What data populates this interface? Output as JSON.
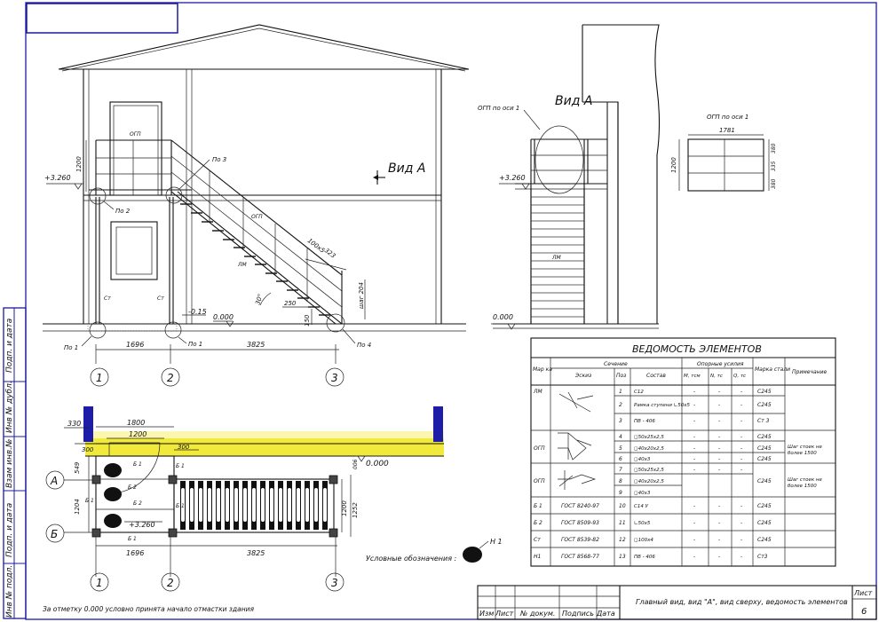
{
  "sheet": {
    "title": "Главный вид, вид \"А\", вид сверху, ведомость элементов",
    "sheet_label": "Лист",
    "sheet_number": "6",
    "stamp_cols": [
      "Изм",
      "Лист",
      "№ докум.",
      "Подпись",
      "Дата"
    ],
    "side_fields": [
      "Подп. и дата",
      "Инв № дубл.",
      "Взам инв.№",
      "Подп. и дата",
      "Инв № подл."
    ],
    "note": "За отметку 0.000 условно принята начало отмастки здания"
  },
  "elevation": {
    "levels": {
      "top": "+3.260",
      "ground": "0.000",
      "minus": "-0.15"
    },
    "dims": {
      "h1200": "1200",
      "d1696": "1696",
      "d3825": "3825",
      "d250": "250",
      "d150": "150",
      "angle": "30°",
      "step": "100x5",
      "d323": "323",
      "shag": "шаг 204"
    },
    "axes": [
      "1",
      "2",
      "3"
    ],
    "labels": {
      "po1a": "По 1",
      "po1b": "По 1",
      "po2": "По 2",
      "po3": "По 3",
      "po4": "По 4",
      "ogp": "ОГП",
      "ogp2": "ОГП",
      "lm": "ЛМ",
      "st1": "Ст",
      "st2": "Ст",
      "view_mark": "Вид А"
    }
  },
  "view_a": {
    "title": "Вид А",
    "ogp_label": "ОГП по оси 1",
    "level_top": "+3.260",
    "level_ground": "0.000",
    "lm": "ЛМ"
  },
  "detail": {
    "title": "ОГП по оси 1",
    "w": "1781",
    "h": "1200",
    "d1": "380",
    "d2": "335",
    "d3": "380"
  },
  "plan": {
    "dims": {
      "d330": "330",
      "d1800": "1800",
      "d1200": "1200",
      "d300a": "300",
      "d300b": "300",
      "d549": "549",
      "d1204": "1204",
      "d1696": "1696",
      "d3825": "3825",
      "d1200v": "1200",
      "d1252": "1252",
      "d0065": "006"
    },
    "level": "0.000",
    "level_top": "+3.260",
    "rows": [
      "А",
      "Б"
    ],
    "axes": [
      "1",
      "2",
      "3"
    ],
    "marks": [
      "Б 1",
      "Б 2",
      "Б 2",
      "Б 1",
      "Б 1",
      "Б 1",
      "Б 1"
    ],
    "legend_label": "Условные обозначения :",
    "legend_mark": "Н 1"
  },
  "table": {
    "title": "ВЕДОМОСТЬ ЭЛЕМЕНТОВ",
    "h_mark": "Мар ка",
    "h_section": "Сечение",
    "h_sketch": "Эскиз",
    "h_pos": "Поз",
    "h_comp": "Состав",
    "h_forces": "Опорные усилия",
    "h_m": "М, тсм",
    "h_n": "N, тс",
    "h_q": "Q, тс",
    "h_steel": "Марка стали",
    "h_note": "Примечание",
    "rows": [
      {
        "mark": "ЛМ",
        "sketch": "",
        "pos": "1",
        "comp": "С12",
        "m": "-",
        "n": "-",
        "q": "-",
        "steel": "С245",
        "note": ""
      },
      {
        "mark": "",
        "sketch": "",
        "pos": "2",
        "comp": "Рамка ступени ∟50x5",
        "m": "-",
        "n": "-",
        "q": "-",
        "steel": "С245",
        "note": ""
      },
      {
        "mark": "",
        "sketch": "",
        "pos": "3",
        "comp": "ПВ - 406",
        "m": "-",
        "n": "-",
        "q": "-",
        "steel": "Ст 3",
        "note": ""
      },
      {
        "mark": "",
        "sketch": "",
        "pos": "4",
        "comp": "◻50x25x2,5",
        "m": "-",
        "n": "-",
        "q": "-",
        "steel": "С245",
        "note": ""
      },
      {
        "mark": "ОГП",
        "sketch": "",
        "pos": "5",
        "comp": "◻40x20x2,5",
        "m": "-",
        "n": "-",
        "q": "-",
        "steel": "С245",
        "note": "Шаг стоек не более 1500"
      },
      {
        "mark": "",
        "sketch": "",
        "pos": "6",
        "comp": "◻40x3",
        "m": "-",
        "n": "-",
        "q": "-",
        "steel": "С245",
        "note": ""
      },
      {
        "mark": "",
        "sketch": "",
        "pos": "7",
        "comp": "◻50x25x2,5",
        "m": "-",
        "n": "-",
        "q": "-",
        "steel": "",
        "note": ""
      },
      {
        "mark": "ОГП",
        "sketch": "",
        "pos": "8",
        "comp": "◻40x20x2,5",
        "m": "",
        "n": "",
        "q": "",
        "steel": "С245",
        "note": "Шаг стоек не более 1500"
      },
      {
        "mark": "",
        "sketch": "",
        "pos": "9",
        "comp": "◻40x3",
        "m": "",
        "n": "",
        "q": "",
        "steel": "",
        "note": ""
      },
      {
        "mark": "Б 1",
        "sketch": "ГОСТ 8240-97",
        "pos": "10",
        "comp": "С14 У",
        "m": "-",
        "n": "-",
        "q": "-",
        "steel": "С245",
        "note": ""
      },
      {
        "mark": "Б 2",
        "sketch": "ГОСТ 8509-93",
        "pos": "11",
        "comp": "∟50x5",
        "m": "-",
        "n": "-",
        "q": "-",
        "steel": "С245",
        "note": ""
      },
      {
        "mark": "Ст",
        "sketch": "ГОСТ 8539-82",
        "pos": "12",
        "comp": "◻100x4",
        "m": "-",
        "n": "-",
        "q": "-",
        "steel": "С245",
        "note": ""
      },
      {
        "mark": "Н1",
        "sketch": "ГОСТ 8568-77",
        "pos": "13",
        "comp": "ПВ - 406",
        "m": "-",
        "n": "-",
        "q": "-",
        "steel": "Ст3",
        "note": ""
      }
    ]
  },
  "colors": {
    "frame": "#1a1aa0",
    "yellow": "#f2ea3a",
    "blue": "#1d1da8",
    "ink": "#111111"
  }
}
